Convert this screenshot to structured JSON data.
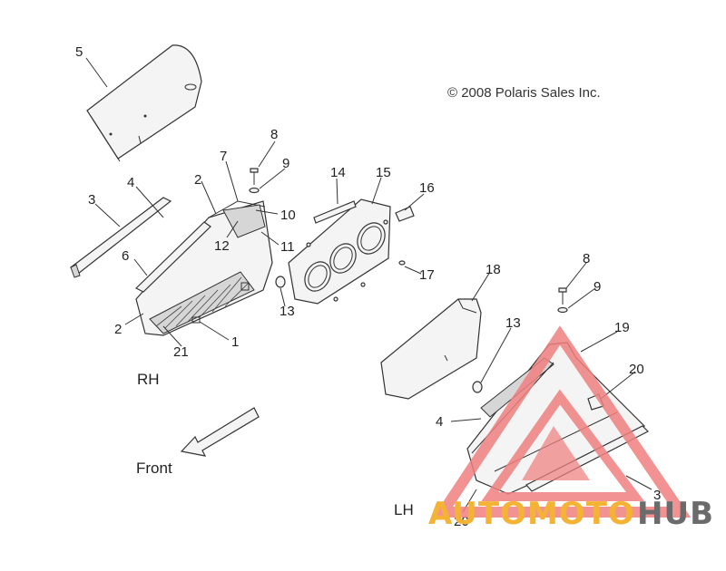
{
  "copyright": "© 2008 Polaris Sales Inc.",
  "labels": {
    "rh": "RH",
    "lh": "LH",
    "front": "Front"
  },
  "callouts": {
    "c5": "5",
    "c8a": "8",
    "c9a": "9",
    "c7": "7",
    "c2a": "2",
    "c14": "14",
    "c15": "15",
    "c16": "16",
    "c3a": "3",
    "c4a": "4",
    "c10": "10",
    "c12": "12",
    "c11": "11",
    "c6": "6",
    "c17": "17",
    "c13a": "13",
    "c2b": "2",
    "c21": "21",
    "c1": "1",
    "c18": "18",
    "c8b": "8",
    "c9b": "9",
    "c13b": "13",
    "c19": "19",
    "c20a": "20",
    "c4b": "4",
    "c3b": "3",
    "c20b": "20"
  },
  "watermark": {
    "brand_part1": "AUTOMOTO",
    "brand_part2": "HUB",
    "color_red": "#f08080",
    "color_orange": "#f5b335",
    "color_gray": "#6b6b6b"
  }
}
